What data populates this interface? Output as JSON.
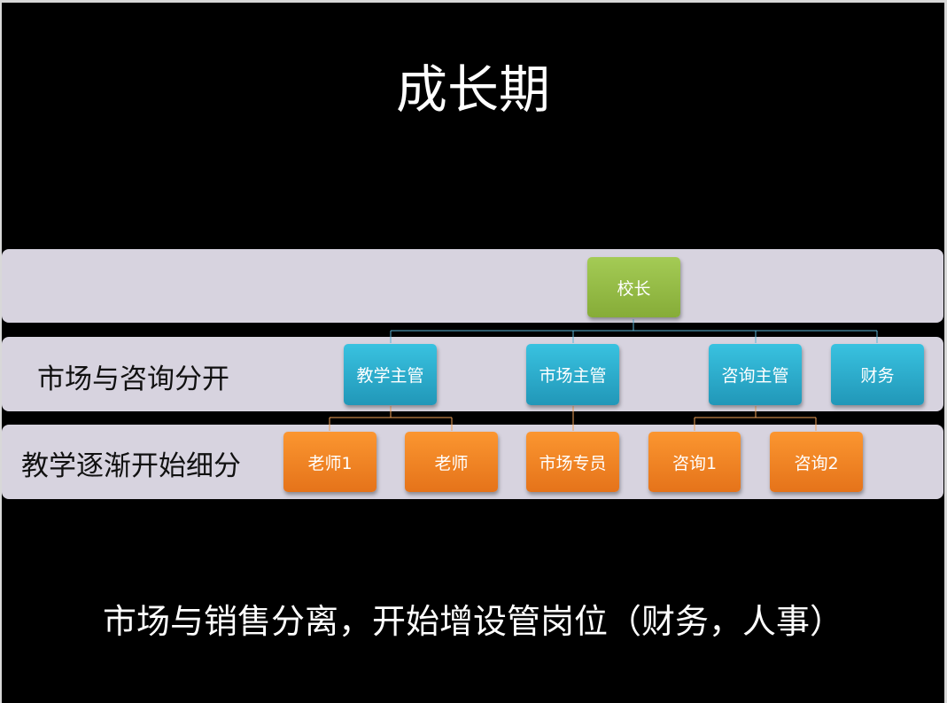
{
  "slide": {
    "title": "成长期",
    "footer": "市场与销售分离，开始增设管岗位（财务，人事）"
  },
  "bands": {
    "level2_label": "市场与咨询分开",
    "level3_label": "教学逐渐开始细分"
  },
  "org": {
    "root": "校长",
    "managers": [
      "教学主管",
      "市场主管",
      "咨询主管",
      "财务"
    ],
    "staff": [
      "老师1",
      "老师",
      "市场专员",
      "咨询1",
      "咨询2"
    ]
  },
  "colors": {
    "root": "#9bc24b",
    "manager": "#2fb0d3",
    "staff": "#f28a25",
    "band": "#d7d3df",
    "connector_blue": "#5ab4d6",
    "connector_orange": "#f3a35a"
  }
}
